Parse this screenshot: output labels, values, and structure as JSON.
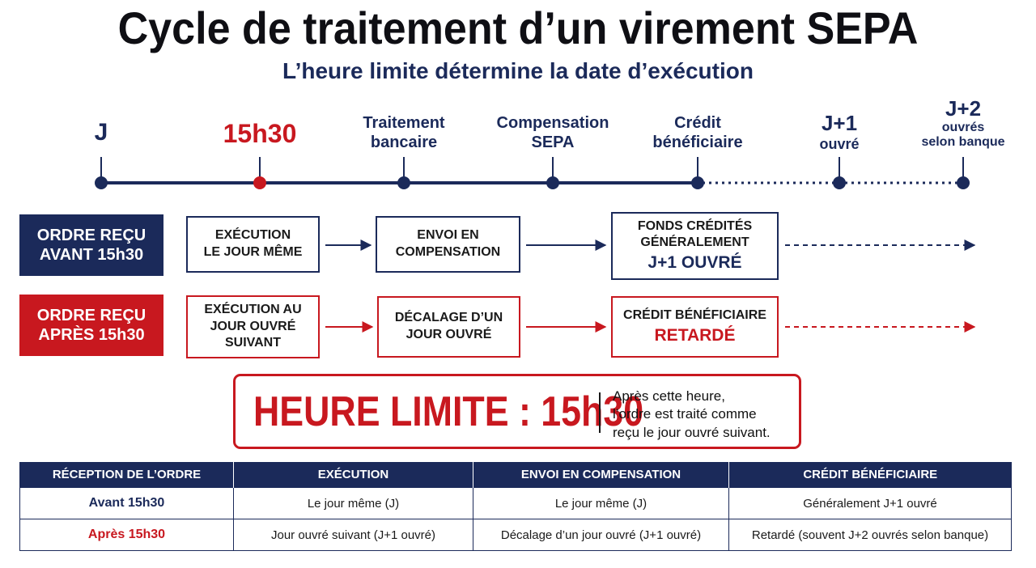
{
  "header": {
    "title": "Cycle de traitement d’un virement SEPA",
    "subtitle": "L’heure limite détermine la date d’exécution"
  },
  "timeline": {
    "points": [
      {
        "id": "j",
        "line1": "J",
        "line2": "",
        "color": "#1b2a5a"
      },
      {
        "id": "cutoff",
        "line1": "15h30",
        "line2": "",
        "color": "#c8181f"
      },
      {
        "id": "traitement",
        "line1": "Traitement",
        "line2": "bancaire",
        "color": "#1b2a5a"
      },
      {
        "id": "compensation",
        "line1": "Compensation",
        "line2": "SEPA",
        "color": "#1b2a5a"
      },
      {
        "id": "credit",
        "line1": "Crédit",
        "line2": "bénéficiaire",
        "color": "#1b2a5a"
      },
      {
        "id": "j1",
        "line1": "J+1",
        "line2": "ouvré",
        "color": "#1b2a5a"
      },
      {
        "id": "j2",
        "line1": "J+2",
        "line2": "ouvrés",
        "line3": "selon banque",
        "color": "#1b2a5a"
      }
    ]
  },
  "rows": {
    "before": {
      "label_line1": "ORDRE REÇU",
      "label_line2": "AVANT 15h30",
      "step1_line1": "EXÉCUTION",
      "step1_line2": "LE JOUR MÊME",
      "step2_line1": "ENVOI EN",
      "step2_line2": "COMPENSATION",
      "step3_line1": "FONDS CRÉDITÉS",
      "step3_line2": "GÉNÉRALEMENT",
      "step3_emphasis": "J+1 OUVRÉ"
    },
    "after": {
      "label_line1": "ORDRE REÇU",
      "label_line2": "APRÈS 15h30",
      "step1_line1": "EXÉCUTION AU",
      "step1_line2": "JOUR OUVRÉ",
      "step1_line3": "SUIVANT",
      "step2_line1": "DÉCALAGE D’UN",
      "step2_line2": "JOUR OUVRÉ",
      "step3_line1": "CRÉDIT BÉNÉFICIAIRE",
      "step3_emphasis": "RETARDÉ"
    }
  },
  "cutoff_box": {
    "headline": "HEURE LIMITE : 15h30",
    "note_line1": "Après cette heure,",
    "note_line2": "l’ordre est traité comme",
    "note_line3": "reçu le jour ouvré suivant."
  },
  "summary_table": {
    "headers": [
      "RÉCEPTION DE L’ORDRE",
      "EXÉCUTION",
      "ENVOI EN COMPENSATION",
      "CRÉDIT BÉNÉFICIAIRE"
    ],
    "rows": [
      [
        "Avant 15h30",
        "Le jour même (J)",
        "Le jour même (J)",
        "Généralement J+1 ouvré"
      ],
      [
        "Après 15h30",
        "Jour ouvré suivant (J+1 ouvré)",
        "Décalage d’un jour ouvré (J+1 ouvré)",
        "Retardé (souvent J+2 ouvrés selon banque)"
      ]
    ]
  },
  "colors": {
    "navy": "#1b2a5a",
    "red": "#c8181f"
  }
}
